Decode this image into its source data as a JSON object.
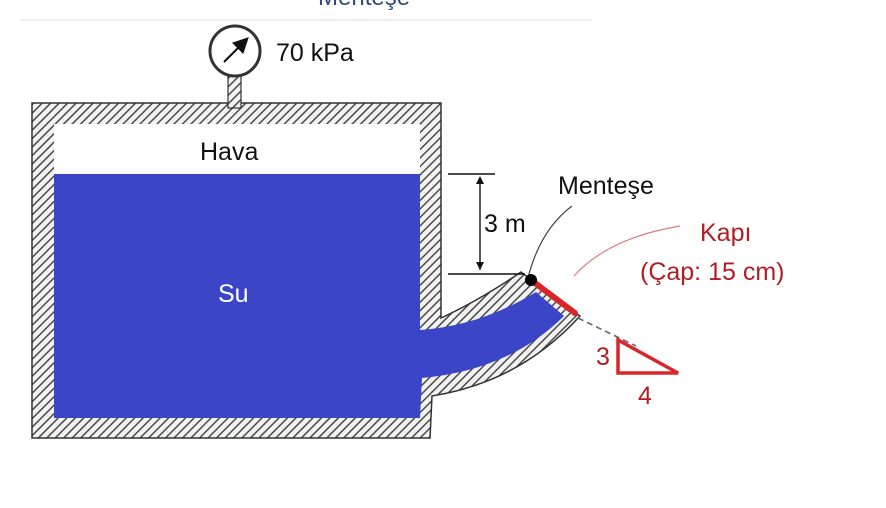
{
  "top_label": "Menteşe",
  "gauge": {
    "reading": "70 kPa"
  },
  "tank": {
    "air_label": "Hava",
    "water_label": "Su"
  },
  "dimension": {
    "height_label": "3 m"
  },
  "hinge": {
    "label": "Menteşe"
  },
  "gate": {
    "label": "Kapı",
    "diameter_label": "(Çap: 15 cm)"
  },
  "slope_triangle": {
    "rise": "3",
    "run": "4"
  },
  "colors": {
    "water": "#3a46c7",
    "gate": "#d9262b",
    "gate_labels": "#b01e24",
    "wall": "#555555",
    "text": "#111111"
  }
}
